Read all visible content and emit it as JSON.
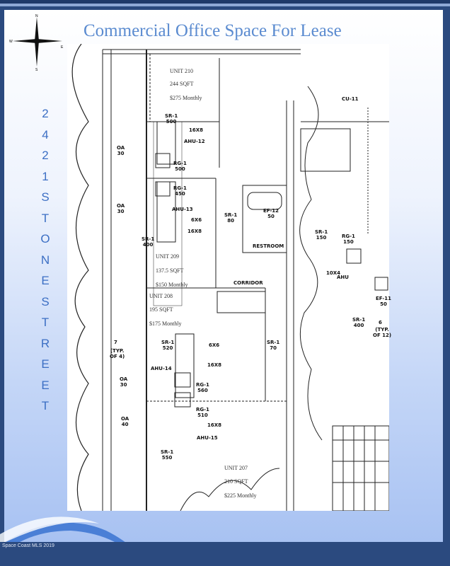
{
  "title": "Commercial Office Space For Lease",
  "address_vertical": [
    "2",
    "4",
    "2",
    "1",
    "S",
    "T",
    "O",
    "N",
    "E",
    "S",
    "T",
    "R",
    "E",
    "E",
    "T"
  ],
  "compass": {
    "n": "N",
    "s": "S",
    "e": "E",
    "w": "W"
  },
  "units": [
    {
      "name": "UNIT 210",
      "area": "244 SQFT",
      "price": "$275 Monthly"
    },
    {
      "name": "UNIT 209",
      "area": "137.5 SQFT",
      "price": "$150 Monthly"
    },
    {
      "name": "UNIT 208",
      "area": "195 SQFT",
      "price": "$175 Monthly"
    },
    {
      "name": "UNIT 207",
      "area": "210 SQFT",
      "price": "$225 Monthly"
    }
  ],
  "rooms": {
    "restroom": "RESTROOM",
    "corridor": "CORRIDOR"
  },
  "tags": {
    "sr500": "SR-1\n500",
    "d16x8a": "16X8",
    "ahu12": "AHU-12",
    "rg500": "RG-1\n500",
    "oa30a": "OA\n30",
    "rg450": "RG-1\n450",
    "oa30b": "OA\n30",
    "ahu13": "AHU-13",
    "d6x6a": "6X6",
    "sr80": "SR-1\n80",
    "d16x8b": "16X8",
    "sr400a": "SR-1\n400",
    "ef12": "EF-12\n50",
    "sr520": "SR-1\n520",
    "d6x6b": "6X6",
    "sr70": "SR-1\n70",
    "note7": "7",
    "typ4": "(TYP.\nOF 4)",
    "ahu14": "AHU-14",
    "d16x8c": "16X8",
    "oa30c": "OA\n30",
    "rg560": "RG-1\n560",
    "rg510": "RG-1\n510",
    "oa40": "OA\n40",
    "d16x8d": "16X8",
    "ahu15": "AHU-15",
    "sr550": "SR-1\n550",
    "cu11": "CU-11",
    "sr150": "SR-1\n150",
    "rg150": "RG-1\n150",
    "d10x4": "10X4",
    "ahu": "AHU",
    "ef11": "EF-11\n50",
    "sr400b": "SR-1\n400",
    "note6": "6",
    "typ12": "(TYP.\nOF 12)"
  },
  "footer": "Space Coast MLS 2019",
  "colors": {
    "frame": "#2b4a7f",
    "title": "#5b8bd0",
    "vertical_text": "#3c6fc4"
  }
}
